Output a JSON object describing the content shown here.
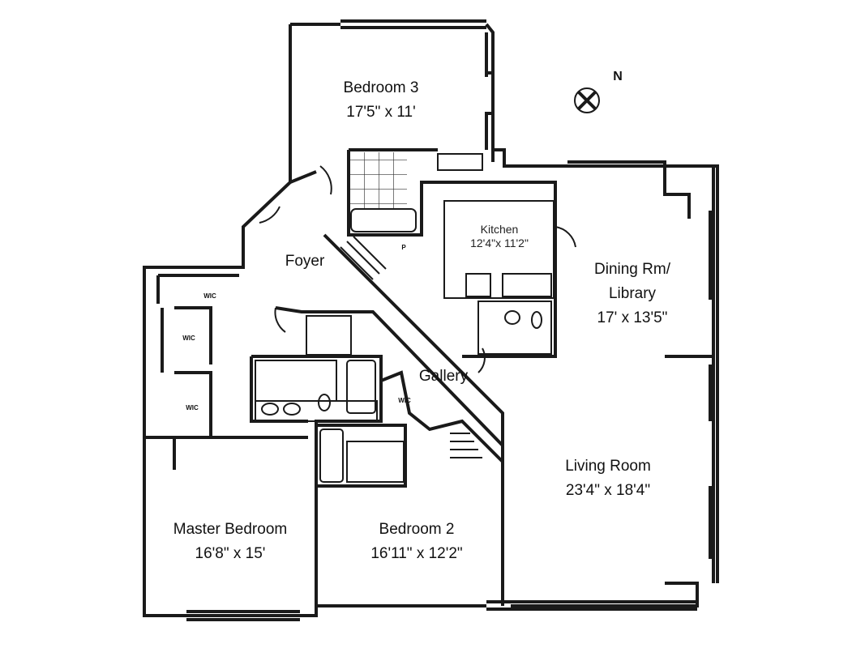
{
  "compass": {
    "label": "N",
    "icon": "compass-icon"
  },
  "rooms": {
    "bedroom3": {
      "name": "Bedroom 3",
      "dims": "17'5\" x 11'"
    },
    "kitchen": {
      "name": "Kitchen",
      "dims": "12'4\"x 11'2\""
    },
    "foyer": {
      "name": "Foyer"
    },
    "dining": {
      "name": "Dining Rm/",
      "name2": "Library",
      "dims": "17' x 13'5\""
    },
    "gallery": {
      "name": "Gallery"
    },
    "living": {
      "name": "Living Room",
      "dims": "23'4\" x 18'4\""
    },
    "master": {
      "name": "Master Bedroom",
      "dims": "16'8\" x 15'"
    },
    "bedroom2": {
      "name": "Bedroom 2",
      "dims": "16'11\" x 12'2\""
    }
  },
  "closets": [
    "WIC",
    "WIC",
    "WIC",
    "WIC"
  ],
  "pantry": "P"
}
